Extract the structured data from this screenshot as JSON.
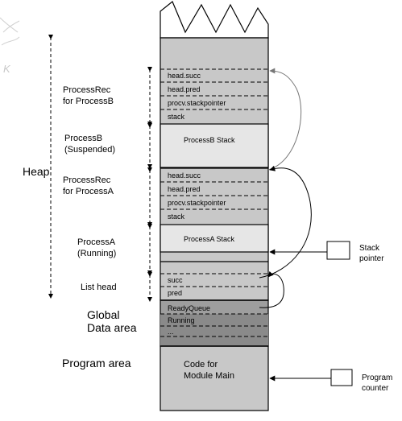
{
  "left_labels": {
    "heap": "Heap",
    "processrec_b": [
      "ProcessRec",
      "for ProcessB"
    ],
    "process_b": [
      "ProcessB",
      "(Suspended)"
    ],
    "processrec_a": [
      "ProcessRec",
      "for ProcessA"
    ],
    "process_a": [
      "ProcessA",
      "(Running)"
    ],
    "list_head": "List head",
    "global_data": [
      "Global",
      "Data area"
    ],
    "program_area": "Program area"
  },
  "memory": {
    "recb_fields": [
      "head.succ",
      "head.pred",
      "procv.stackpointer",
      "stack"
    ],
    "procb_stack": "ProcessB Stack",
    "reca_fields": [
      "head.succ",
      "head.pred",
      "procv.stackpointer",
      "stack"
    ],
    "proca_stack": "ProcessA Stack",
    "list_head_fields": [
      "succ",
      "pred"
    ],
    "global_fields": [
      "ReadyQueue",
      "Running",
      "..."
    ],
    "code": [
      "Code for",
      "Module Main"
    ]
  },
  "registers": {
    "stack_pointer": [
      "Stack",
      "pointer"
    ],
    "program_counter": [
      "Program",
      "counter"
    ]
  },
  "watermark_letter": "K",
  "colors": {
    "heap_fill": "#c8c8c8",
    "stack_fill": "#e6e6e6",
    "global_fill": "#9e9e9e",
    "global_dark": "#8a8a8a",
    "arrow_gray": "#777777"
  }
}
